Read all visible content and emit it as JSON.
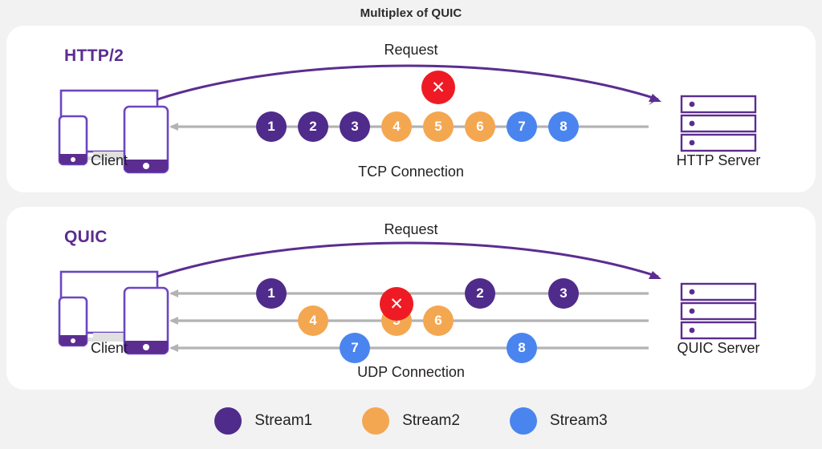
{
  "title": "Multiplex of QUIC",
  "colors": {
    "stream1": "#4f2b8c",
    "stream2": "#f4a751",
    "stream3": "#4a85ef",
    "error": "#ee1b24",
    "accent": "#5b2d90",
    "line": "#b3b3b3",
    "page_bg": "#f2f2f2",
    "panel_bg": "#ffffff"
  },
  "panels": [
    {
      "id": "http2",
      "protocol_label": "HTTP/2",
      "client_label": "Client",
      "server_label": "HTTP Server",
      "request_label": "Request",
      "connection_label": "TCP Connection",
      "rows": [
        {
          "row": 1,
          "packets": [
            {
              "n": "1",
              "stream": "stream1"
            },
            {
              "n": "2",
              "stream": "stream1"
            },
            {
              "n": "3",
              "stream": "stream1"
            },
            {
              "n": "4",
              "stream": "stream2"
            },
            {
              "n": "5",
              "stream": "stream2"
            },
            {
              "n": "6",
              "stream": "stream2"
            },
            {
              "n": "7",
              "stream": "stream3"
            },
            {
              "n": "8",
              "stream": "stream3"
            }
          ],
          "blocked_packet": "5"
        }
      ]
    },
    {
      "id": "quic",
      "protocol_label": "QUIC",
      "client_label": "Client",
      "server_label": "QUIC Server",
      "request_label": "Request",
      "connection_label": "UDP Connection",
      "rows": [
        {
          "row": 1,
          "packets": [
            {
              "n": "1",
              "stream": "stream1"
            },
            {
              "n": "2",
              "stream": "stream1"
            },
            {
              "n": "3",
              "stream": "stream1"
            }
          ],
          "blocked_packet": null
        },
        {
          "row": 2,
          "packets": [
            {
              "n": "4",
              "stream": "stream2"
            },
            {
              "n": "5",
              "stream": "stream2"
            },
            {
              "n": "6",
              "stream": "stream2"
            }
          ],
          "blocked_packet": "5"
        },
        {
          "row": 3,
          "packets": [
            {
              "n": "7",
              "stream": "stream3"
            },
            {
              "n": "8",
              "stream": "stream3"
            }
          ],
          "blocked_packet": null
        }
      ]
    }
  ],
  "error_glyph": "✕",
  "legend": [
    {
      "label": "Stream1",
      "color": "#4f2b8c"
    },
    {
      "label": "Stream2",
      "color": "#f4a751"
    },
    {
      "label": "Stream3",
      "color": "#4a85ef"
    }
  ]
}
